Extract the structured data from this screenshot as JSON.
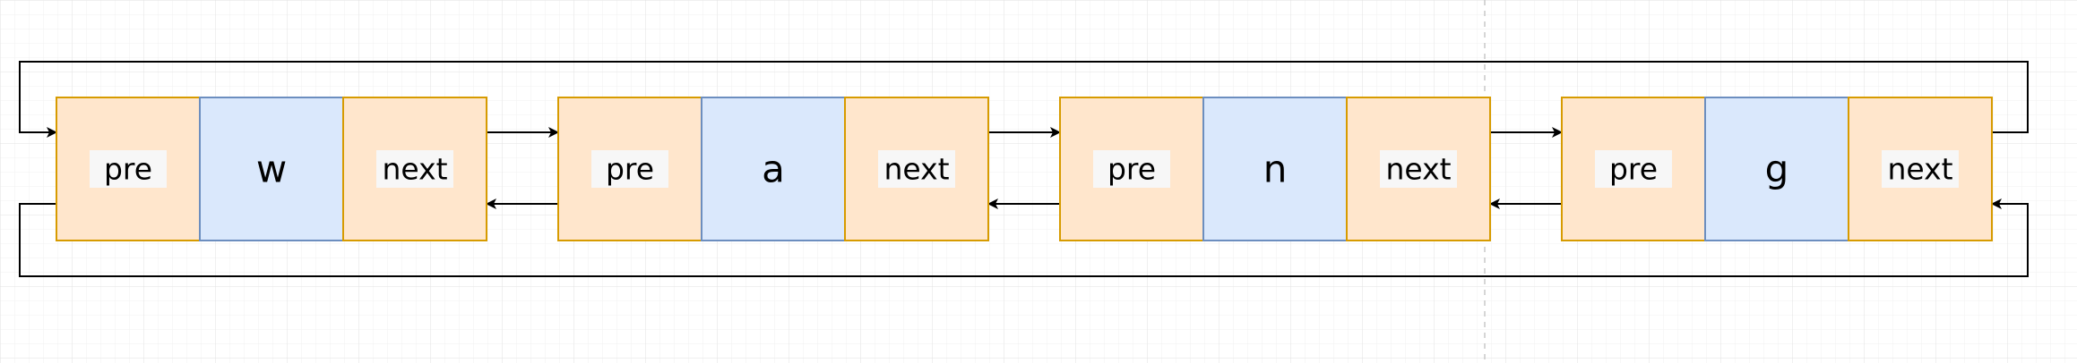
{
  "diagram": {
    "nodes": [
      {
        "pre_label": "pre",
        "value": "w",
        "next_label": "next"
      },
      {
        "pre_label": "pre",
        "value": "a",
        "next_label": "next"
      },
      {
        "pre_label": "pre",
        "value": "n",
        "next_label": "next"
      },
      {
        "pre_label": "pre",
        "value": "g",
        "next_label": "next"
      }
    ],
    "colors": {
      "pointer_fill": "#ffe6cc",
      "pointer_stroke": "#d79b00",
      "value_fill": "#dae8fc",
      "value_stroke": "#6c8ebf",
      "grid_minor": "#f0f0f0",
      "grid_major": "#e2e2e2",
      "edge": "#000000"
    }
  }
}
